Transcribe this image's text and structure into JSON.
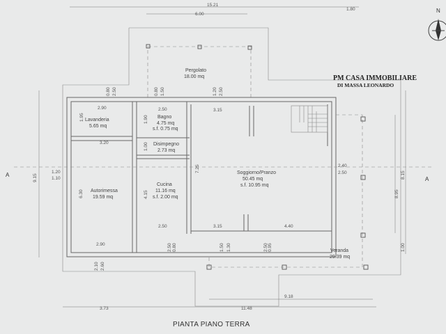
{
  "title": "PIANTA PIANO TERRA",
  "stamp": {
    "line1": "PM CASA IMMOBILIARE",
    "line2": "DI MASSA LEONARDO"
  },
  "compass": {
    "label": "N"
  },
  "section_marks": [
    "A",
    "A"
  ],
  "rooms": {
    "pergolato": {
      "name": "Pergolato",
      "area": "18.00 mq"
    },
    "lavanderia": {
      "name": "Lavanderia",
      "area": "5.65 mq"
    },
    "bagno": {
      "name": "Bagno",
      "area": "4.75 mq",
      "sf": "s.f. 0.75 mq"
    },
    "disimpegno": {
      "name": "Disimpegno",
      "area": "2.73 mq"
    },
    "autorimessa": {
      "name": "Autorimessa",
      "area": "19.59 mq"
    },
    "cucina": {
      "name": "Cucina",
      "area": "11.16 mq",
      "sf": "s.f. 2.00 mq"
    },
    "soggiorno": {
      "name": "Soggiorno/Pranzo",
      "area": "50.45 mq",
      "sf": "s.f. 10.95 mq"
    },
    "veranda": {
      "name": "Veranda",
      "area": "29.39 mq"
    }
  },
  "dims": {
    "top_total": "15.21",
    "top_right": "1.80",
    "top_inner": "6.00",
    "d_080a": "0.80",
    "d_250a": "2.50",
    "d_080b": "0.80",
    "d_150a": "1.50",
    "d_120": "1.20",
    "d_250b": "2.50",
    "lav_w": "2.90",
    "bagno_w": "2.50",
    "sogg_w": "3.15",
    "lav_h": "1.95",
    "bagno_h": "1.90",
    "auto_w": "3.20",
    "dis_h": "1.00",
    "h_725": "7.25",
    "left_120": "1.20",
    "left_110": "1.10",
    "left_915": "9.15",
    "right_240": "2.40",
    "right_250": "2.50",
    "right_815": "8.15",
    "right_895": "8.95",
    "right_100": "1.00",
    "auto_h": "6.30",
    "cuc_h": "4.15",
    "cuc_w": "2.50",
    "sogg_b1": "3.15",
    "sogg_b2": "4.40",
    "auto_b": "2.90",
    "b_260": "2.60",
    "b_210": "2.10",
    "b_250": "2.50",
    "b_080": "0.80",
    "b_130": "1.30",
    "b_150": "1.50",
    "b_250c": "2.50",
    "b_095": "0.95",
    "bot_373": "3.73",
    "bot_1148": "11.48",
    "bot_918": "9.18"
  }
}
